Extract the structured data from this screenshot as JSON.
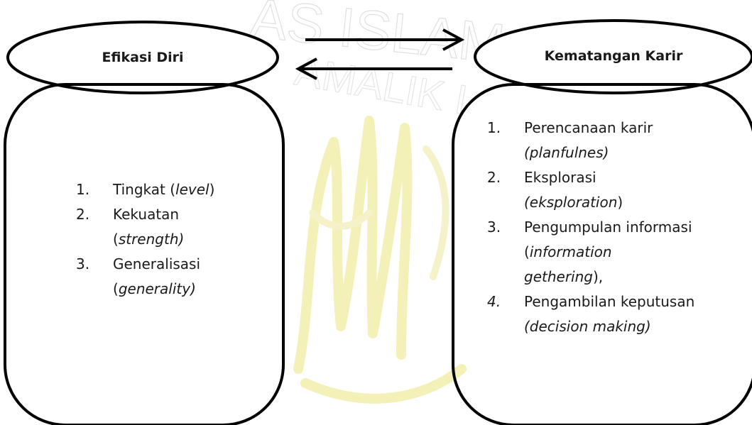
{
  "watermark": {
    "text_top": "AS ISLAM",
    "text_mid": "AMALIK I",
    "color": "#f2efb0"
  },
  "left": {
    "title": "Efikasi Diri",
    "items": [
      {
        "num": "1.",
        "lines": [
          {
            "pre": "Tingkat (",
            "it": "level",
            "post": ")"
          }
        ]
      },
      {
        "num": "2.",
        "lines": [
          {
            "pre": "Kekuatan",
            "it": "",
            "post": ""
          },
          {
            "pre": "(",
            "it": "strength)",
            "post": ""
          }
        ]
      },
      {
        "num": "3.",
        "lines": [
          {
            "pre": "Generalisasi",
            "it": "",
            "post": ""
          },
          {
            "pre": "(",
            "it": "generality)",
            "post": ""
          }
        ]
      }
    ]
  },
  "right": {
    "title": "Kematangan Karir",
    "items": [
      {
        "num": "1.",
        "lines": [
          {
            "pre": "Perencanaan karir",
            "it": "",
            "post": ""
          },
          {
            "pre": "",
            "it": "(planfulnes)",
            "post": ""
          }
        ]
      },
      {
        "num": "2.",
        "lines": [
          {
            "pre": "Eksplorasi",
            "it": "",
            "post": ""
          },
          {
            "pre": "",
            "it": "(eksploration",
            "post": ")"
          }
        ]
      },
      {
        "num": "3.",
        "lines": [
          {
            "pre": "Pengumpulan informasi",
            "it": "",
            "post": ""
          },
          {
            "pre": "(",
            "it": "information",
            "post": ""
          },
          {
            "pre": "",
            "it": "gethering",
            "post": "),"
          }
        ]
      },
      {
        "num": "4.",
        "num_italic": true,
        "lines": [
          {
            "pre": "Pengambilan keputusan",
            "it": "",
            "post": ""
          },
          {
            "pre": "",
            "it": "(decision making)",
            "post": ""
          }
        ]
      }
    ]
  }
}
